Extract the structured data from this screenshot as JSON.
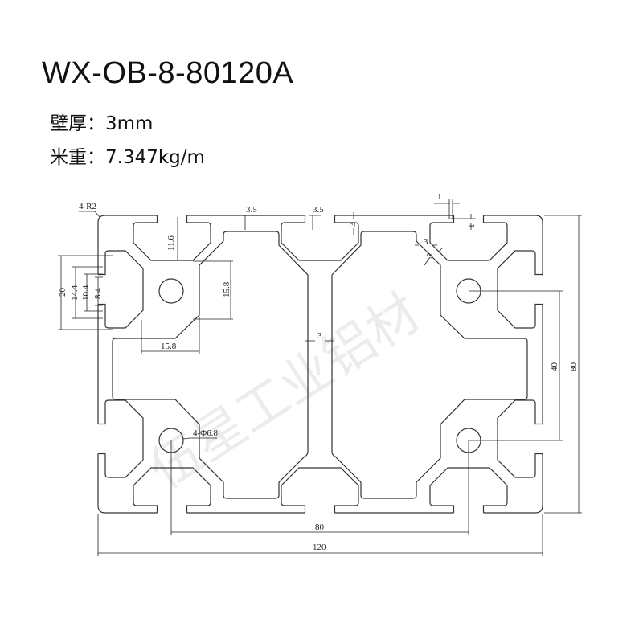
{
  "header": {
    "title": "WX-OB-8-80120A",
    "wall_thickness": "壁厚：3mm",
    "weight_per_meter": "米重：7.347kg/m"
  },
  "drawing": {
    "watermark": "伍星工业铝材",
    "dimensions": {
      "corner_radius": "4-R2",
      "lip_a": "3.5",
      "lip_b": "3.5",
      "gap_1a": "1",
      "gap_1b": "1",
      "lip_3": "3",
      "wall_3a": "3",
      "wall_3b": "3",
      "slot_depth": "11.6",
      "block_height": "15.8",
      "block_width": "15.8",
      "slot_20": "20",
      "slot_14_4": "14.4",
      "slot_10_4": "10.4",
      "slot_8_4": "8.4",
      "web": "3",
      "holes": "4-Φ6.8",
      "hole_spacing_v": "40",
      "height": "80",
      "hole_spacing_h": "80",
      "width": "120"
    }
  }
}
